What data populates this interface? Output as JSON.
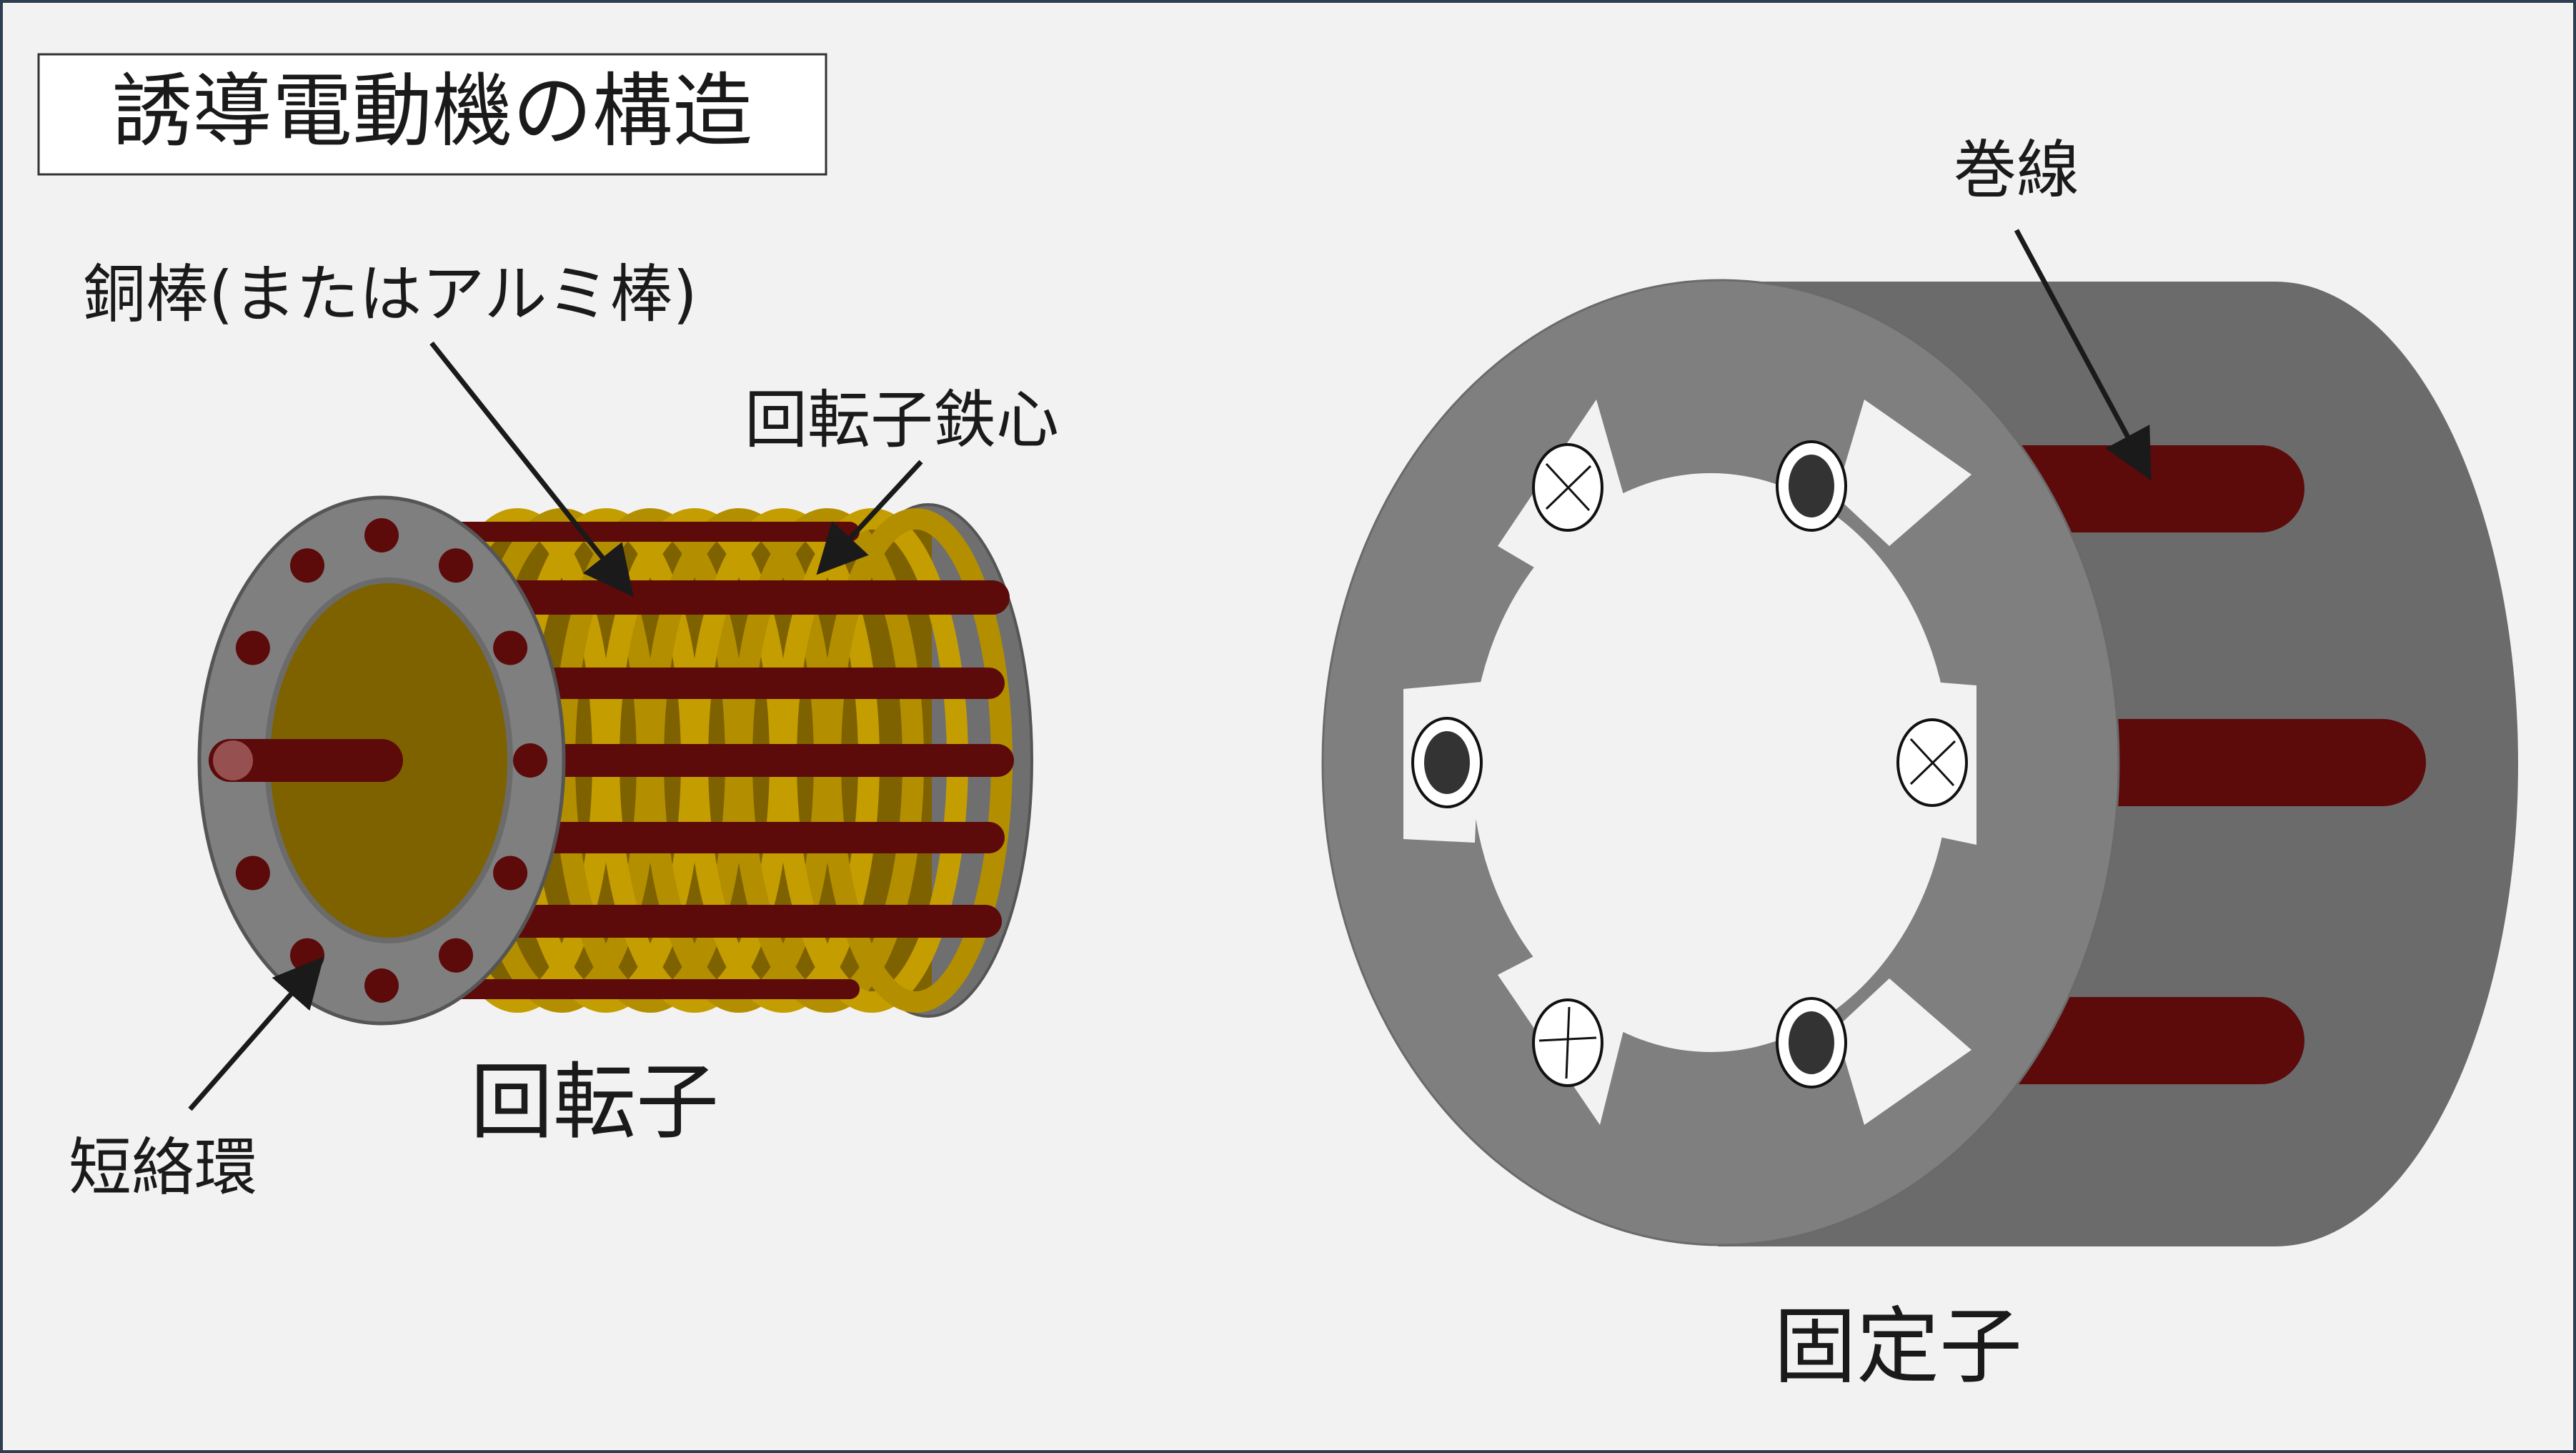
{
  "title": "誘導電動機の構造",
  "labels": {
    "copper_bar": "銅棒(またはアルミ棒)",
    "rotor_core": "回転子鉄心",
    "end_ring": "短絡環",
    "rotor": "回転子",
    "winding": "巻線",
    "stator": "固定子"
  },
  "colors": {
    "frame": "#2d3e50",
    "background": "#f2f2f2",
    "bar": "#5c0a0a",
    "core_light": "#b38f00",
    "core_dark": "#7f6200",
    "stator_face": "#7f7f7f",
    "stator_side": "#6b6b6b",
    "ring_face": "#7f7f7f"
  }
}
